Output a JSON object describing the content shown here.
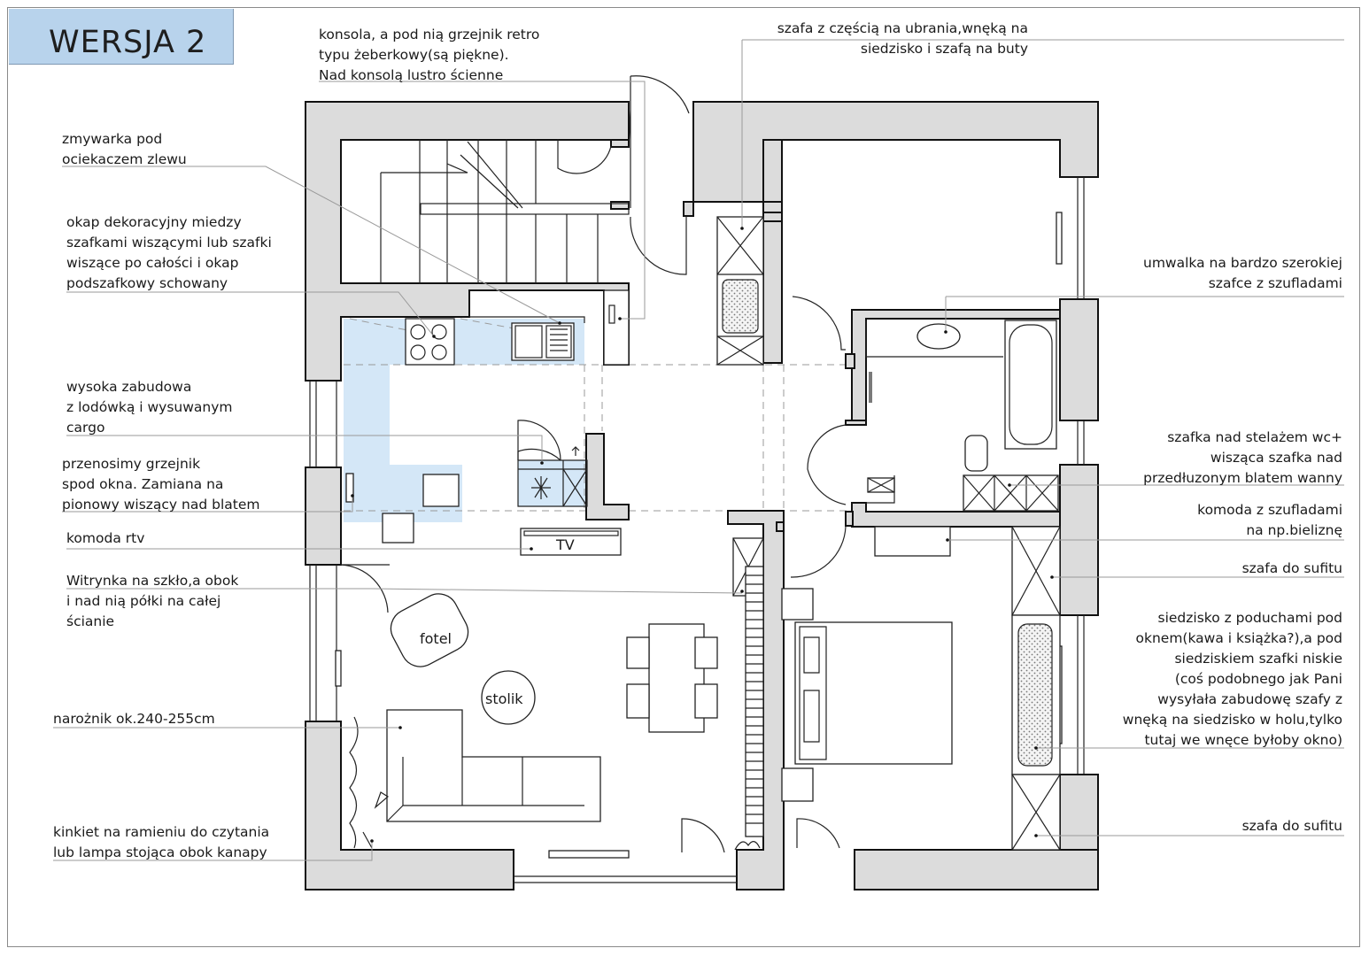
{
  "version_label": "WERSJA 2",
  "notes_left": {
    "konsola": [
      "konsola, a pod nią grzejnik retro",
      "typu żeberkowy(są piękne).",
      "Nad konsolą lustro ścienne"
    ],
    "zmywarka": [
      "zmywarka pod",
      "ociekaczem zlewu"
    ],
    "okap": [
      "okap dekoracyjny miedzy",
      "szafkami wiszącymi lub szafki",
      "wiszące po całości i okap",
      "podszafkowy schowany"
    ],
    "wysoka": [
      "wysoka zabudowa",
      "z lodówką i wysuwanym",
      "cargo"
    ],
    "grzejnik": [
      "przenosimy grzejnik",
      "spod okna. Zamiana na",
      "pionowy wiszący nad blatem"
    ],
    "komoda_rtv": [
      "komoda rtv"
    ],
    "witrynka": [
      "Witrynka na szkło,a obok",
      "i nad nią półki na całej",
      "ścianie"
    ],
    "naroznik": [
      "narożnik ok.240-255cm"
    ],
    "kinkiet": [
      "kinkiet na ramieniu do czytania",
      "lub lampa stojąca obok kanapy"
    ]
  },
  "notes_right": {
    "szafa_hol": [
      "szafa z częścią na ubrania,wnęką na",
      "siedzisko i szafą na buty"
    ],
    "umywalka": [
      "umwalka na bardzo szerokiej",
      "szafce z szufladami"
    ],
    "szafka_wc": [
      "szafka nad stelażem wc+",
      "wisząca szafka nad",
      "przedłuzonym blatem wanny"
    ],
    "komoda": [
      "komoda z szufladami",
      "na np.bieliznę"
    ],
    "szafa_sufit_1": [
      "szafa do sufitu"
    ],
    "siedzisko": [
      "siedzisko z poduchami pod",
      "oknem(kawa i książka?),a pod",
      "siedziskiem szafki niskie",
      "(coś podobnego jak Pani",
      "wysyłała zabudowę szafy z",
      "wnęką na siedzisko w holu,tylko",
      "tutaj we wnęce byłoby okno)"
    ],
    "szafa_sufit_2": [
      "szafa do sufitu"
    ]
  },
  "room_labels": {
    "tv": "TV",
    "fotel": "fotel",
    "stolik": "stolik"
  }
}
